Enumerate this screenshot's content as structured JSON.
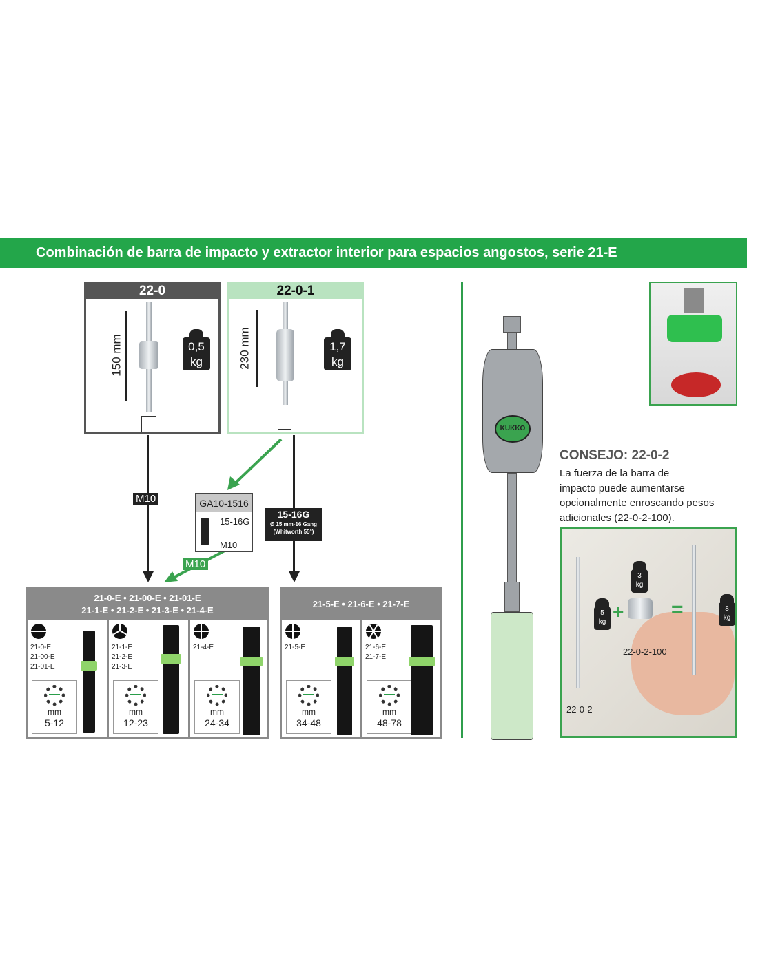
{
  "banner": {
    "title": "Combinación de barra de impacto y extractor interior para espacios angostos, serie 21-E"
  },
  "colors": {
    "brand_green": "#23a64a",
    "header_gray": "#555555",
    "light_green": "#b9e3c0"
  },
  "bars": [
    {
      "code": "22-0",
      "length": "150 mm",
      "weight_value": "0,5",
      "weight_unit": "kg"
    },
    {
      "code": "22-0-1",
      "length": "230 mm",
      "weight_value": "1,7",
      "weight_unit": "kg"
    }
  ],
  "connections": {
    "left_thread": "M10",
    "adapter": {
      "code": "GA10-1516",
      "top_thread": "15-16G",
      "bottom_thread": "M10"
    },
    "adapter_out": "M10",
    "right_thread": {
      "title": "15-16G",
      "line1": "Ø 15 mm-16 Gang",
      "line2": "(Whitworth 55°)"
    }
  },
  "groups": [
    {
      "header_line1": "21-0-E • 21-00-E • 21-01-E",
      "header_line2": "21-1-E • 21-2-E • 21-3-E • 21-4-E",
      "cells": [
        {
          "symbol": "split-2-icon",
          "codes": [
            "21-0-E",
            "21-00-E",
            "21-01-E"
          ],
          "unit": "mm",
          "range": "5-12"
        },
        {
          "symbol": "split-3-icon",
          "codes": [
            "21-1-E",
            "21-2-E",
            "21-3-E"
          ],
          "unit": "mm",
          "range": "12-23"
        },
        {
          "symbol": "split-4-icon",
          "codes": [
            "21-4-E"
          ],
          "unit": "mm",
          "range": "24-34"
        }
      ]
    },
    {
      "header_line1": "21-5-E • 21-6-E • 21-7-E",
      "cells": [
        {
          "symbol": "split-4-icon",
          "codes": [
            "21-5-E"
          ],
          "unit": "mm",
          "range": "34-48"
        },
        {
          "symbol": "split-6-icon",
          "codes": [
            "21-6-E",
            "21-7-E"
          ],
          "unit": "mm",
          "range": "48-78"
        }
      ]
    }
  ],
  "tool_illustration": {
    "logo": "KUKKO"
  },
  "tip": {
    "title": "CONSEJO: 22-0-2",
    "lines": [
      "La fuerza de la barra de",
      "impacto puede aumentarse",
      "opcionalmente enroscando pesos",
      "adicionales (22-0-2-100)."
    ]
  },
  "photo": {
    "base_weight": {
      "value": "5",
      "unit": "kg"
    },
    "extra_weight": {
      "value": "3",
      "unit": "kg"
    },
    "total_weight": {
      "value": "8",
      "unit": "kg"
    },
    "plus": "+",
    "equals": "=",
    "accessory_label": "22-0-2-100",
    "bar_label": "22-0-2"
  }
}
